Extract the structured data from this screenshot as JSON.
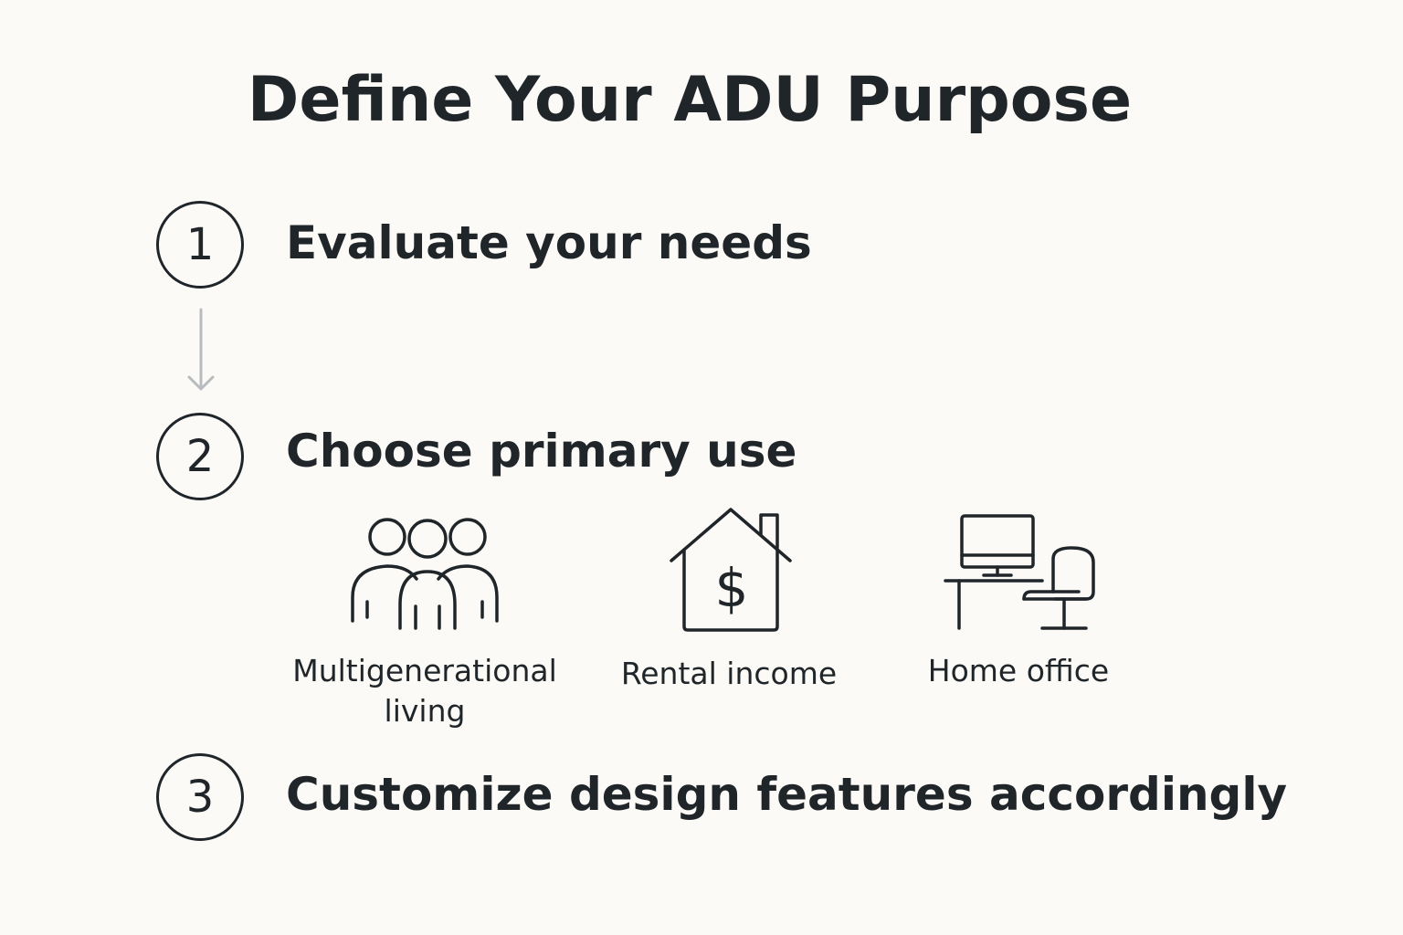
{
  "title": "Define Your ADU Purpose",
  "steps": [
    {
      "number": "1",
      "label": "Evaluate your needs"
    },
    {
      "number": "2",
      "label": "Choose primary use"
    },
    {
      "number": "3",
      "label": "Customize design features accordingly"
    }
  ],
  "options": [
    {
      "label_line1": "Multigenerational",
      "label_line2": "living",
      "icon": "people-group-icon"
    },
    {
      "label_line1": "Rental income",
      "label_line2": "",
      "icon": "house-dollar-icon"
    },
    {
      "label_line1": "Home office",
      "label_line2": "",
      "icon": "desk-computer-chair-icon"
    }
  ],
  "colors": {
    "background": "#fbfaf6",
    "text": "#1f2529",
    "connector": "#b8bcbf"
  }
}
